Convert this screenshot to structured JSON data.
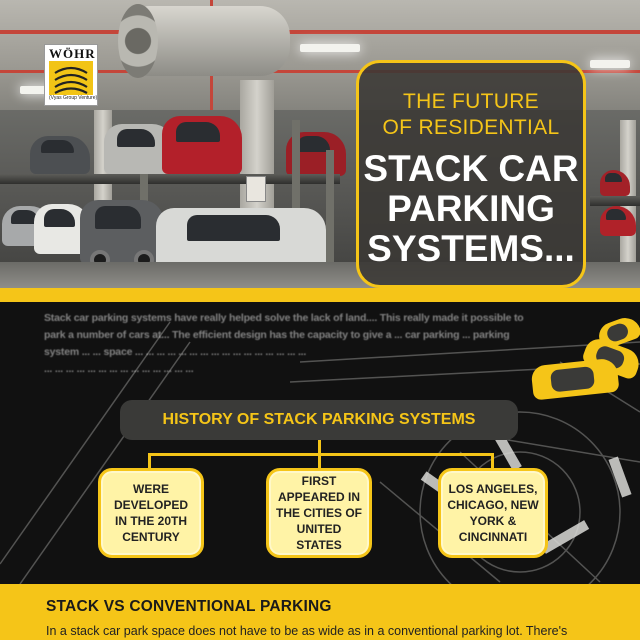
{
  "logo": {
    "name": "WÖHR",
    "subtitle": "(Vyas Group Venture)"
  },
  "hero": {
    "title_line1": "THE FUTURE",
    "title_line2": "OF RESIDENTIAL",
    "title_big1": "STACK CAR",
    "title_big2": "PARKING",
    "title_big3": "SYSTEMS..."
  },
  "intro": {
    "line1": "Stack car parking systems have really helped solve the lack of land.... This really made it possible to",
    "line2": "park a number of cars at... The efficient design has the capacity to give a ... car parking ... parking",
    "line3": "system ... ... space ... ... ... ... ... ... ... ... ... ... ... ... ... ... ... ...",
    "line4": "... ... ... ... ... ... ... ... ... ... ... ... ... ..."
  },
  "history": {
    "title": "HISTORY OF STACK PARKING SYSTEMS",
    "facts": [
      "WERE DEVELOPED IN THE 20TH CENTURY",
      "FIRST APPEARED IN THE CITIES OF UNITED STATES",
      "LOS ANGELES, CHICAGO, NEW YORK & CINCINNATI"
    ]
  },
  "section": {
    "title": "STACK VS CONVENTIONAL PARKING",
    "text": "In a stack car park space does not have to be as wide as in a conventional parking lot. There's"
  },
  "colors": {
    "accent": "#f5c518",
    "dark": "#111111",
    "panel": "#3a3a38",
    "fact_bg": "#fff3a6"
  }
}
